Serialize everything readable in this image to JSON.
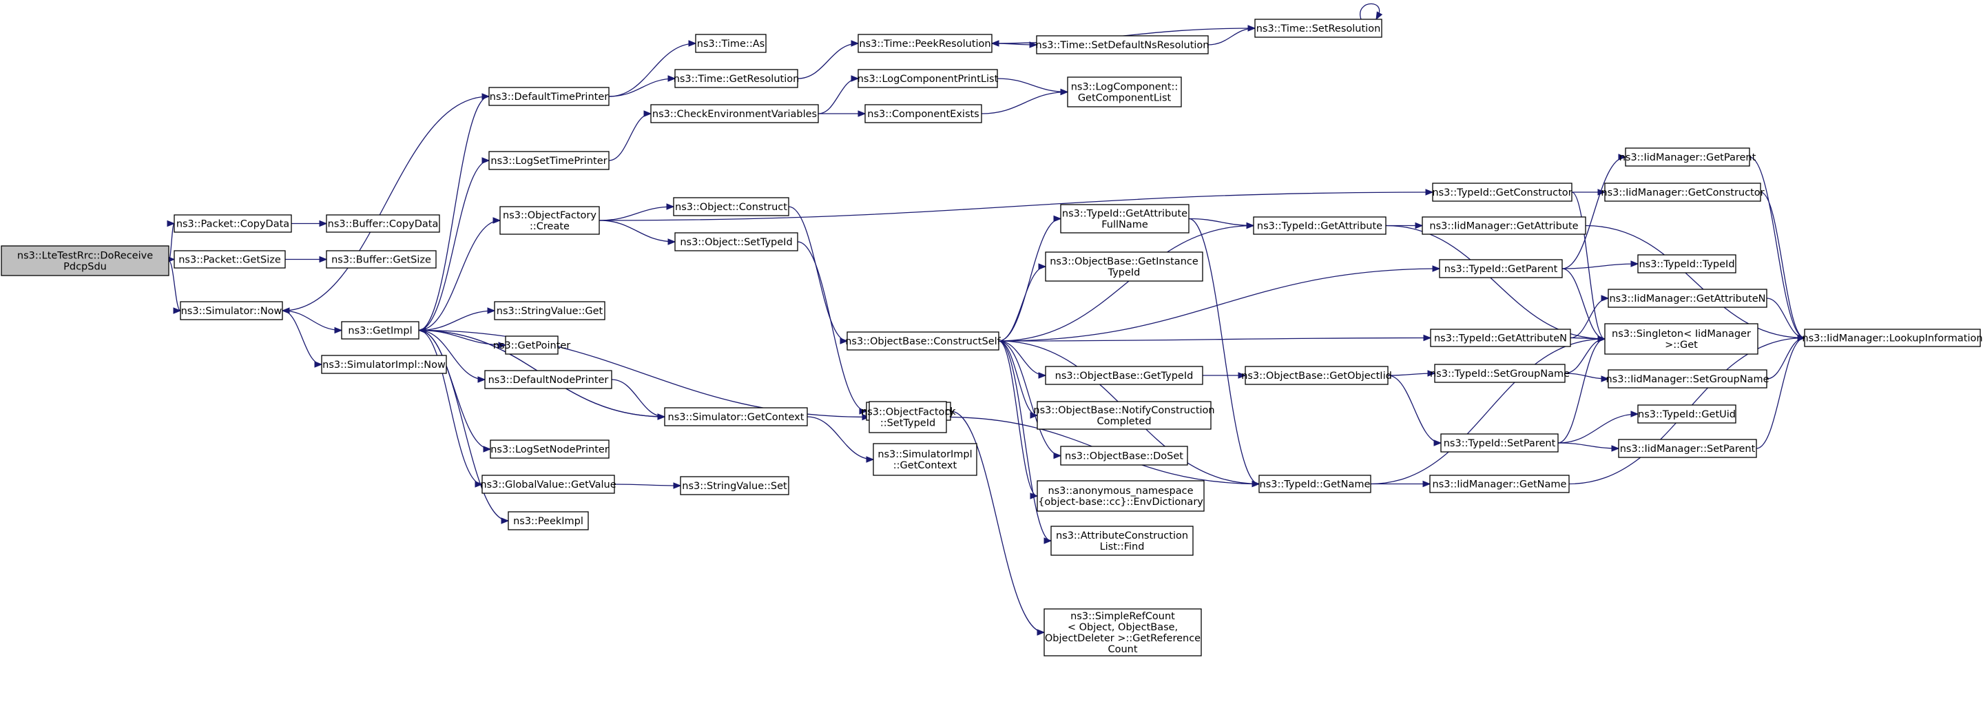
{
  "graph": {
    "root": "n1",
    "nodes": [
      {
        "id": "n1",
        "lines": [
          "ns3::LteTestRrc::DoReceive",
          "PdcpSdu"
        ],
        "root": true
      },
      {
        "id": "n2",
        "lines": [
          "ns3::Packet::CopyData"
        ]
      },
      {
        "id": "n3",
        "lines": [
          "ns3::Packet::GetSize"
        ]
      },
      {
        "id": "n4",
        "lines": [
          "ns3::Simulator::Now"
        ]
      },
      {
        "id": "n5",
        "lines": [
          "ns3::Buffer::CopyData"
        ]
      },
      {
        "id": "n6",
        "lines": [
          "ns3::Buffer::GetSize"
        ]
      },
      {
        "id": "n7",
        "lines": [
          "ns3::GetImpl"
        ]
      },
      {
        "id": "n8",
        "lines": [
          "ns3::SimulatorImpl::Now"
        ]
      },
      {
        "id": "n9",
        "lines": [
          "ns3::DefaultTimePrinter"
        ]
      },
      {
        "id": "n10",
        "lines": [
          "ns3::LogSetTimePrinter"
        ]
      },
      {
        "id": "n11",
        "lines": [
          "ns3::ObjectFactory",
          "::Create"
        ]
      },
      {
        "id": "n12",
        "lines": [
          "ns3::StringValue::Get"
        ]
      },
      {
        "id": "n13",
        "lines": [
          "ns3::GetPointer"
        ]
      },
      {
        "id": "n14",
        "lines": [
          "ns3::DefaultNodePrinter"
        ]
      },
      {
        "id": "n15",
        "lines": [
          "ns3::LogSetNodePrinter"
        ]
      },
      {
        "id": "n16",
        "lines": [
          "ns3::GlobalValue::GetValue"
        ]
      },
      {
        "id": "n17",
        "lines": [
          "ns3::PeekImpl"
        ]
      },
      {
        "id": "n18",
        "lines": [
          "ns3::Time::As"
        ]
      },
      {
        "id": "n19",
        "lines": [
          "ns3::Time::GetResolution"
        ]
      },
      {
        "id": "n20",
        "lines": [
          "ns3::CheckEnvironmentVariables"
        ]
      },
      {
        "id": "n21",
        "lines": [
          "ns3::Object::Construct"
        ]
      },
      {
        "id": "n22",
        "lines": [
          "ns3::Object::SetTypeId"
        ]
      },
      {
        "id": "n23",
        "lines": [
          "ns3::Simulator::GetContext"
        ]
      },
      {
        "id": "n24",
        "lines": [
          "ns3::StringValue::Set"
        ]
      },
      {
        "id": "n25",
        "lines": [
          "ns3::Time::PeekResolution"
        ]
      },
      {
        "id": "n26",
        "lines": [
          "ns3::LogComponentPrintList"
        ]
      },
      {
        "id": "n27",
        "lines": [
          "ns3::ComponentExists"
        ]
      },
      {
        "id": "n28",
        "lines": [
          "ns3::ObjectBase::ConstructSelf"
        ]
      },
      {
        "id": "n29",
        "lines": [
          "ns3::Object::Check"
        ]
      },
      {
        "id": "n30",
        "lines": [
          "ns3::ObjectFactory",
          "::SetTypeId"
        ]
      },
      {
        "id": "n31",
        "lines": [
          "ns3::SimulatorImpl",
          "::GetContext"
        ]
      },
      {
        "id": "n32",
        "lines": [
          "ns3::Time::SetDefaultNsResolution"
        ]
      },
      {
        "id": "n33",
        "lines": [
          "ns3::LogComponent::",
          "GetComponentList"
        ]
      },
      {
        "id": "n34",
        "lines": [
          "ns3::TypeId::GetAttribute",
          "FullName"
        ]
      },
      {
        "id": "n35",
        "lines": [
          "ns3::ObjectBase::GetInstance",
          "TypeId"
        ]
      },
      {
        "id": "n36",
        "lines": [
          "ns3::ObjectBase::GetTypeId"
        ]
      },
      {
        "id": "n37",
        "lines": [
          "ns3::ObjectBase::NotifyConstruction",
          "Completed"
        ]
      },
      {
        "id": "n38",
        "lines": [
          "ns3::ObjectBase::DoSet"
        ]
      },
      {
        "id": "n39",
        "lines": [
          "ns3::anonymous_namespace",
          "{object-base::cc}::EnvDictionary"
        ]
      },
      {
        "id": "n40",
        "lines": [
          "ns3::AttributeConstruction",
          "List::Find"
        ]
      },
      {
        "id": "n41",
        "lines": [
          "ns3::SimpleRefCount",
          "< Object, ObjectBase,",
          "ObjectDeleter >::GetReference",
          "Count"
        ]
      },
      {
        "id": "n42",
        "lines": [
          "ns3::Time::SetResolution"
        ]
      },
      {
        "id": "n43",
        "lines": [
          "ns3::TypeId::GetAttribute"
        ]
      },
      {
        "id": "n44",
        "lines": [
          "ns3::ObjectBase::GetObjectIid"
        ]
      },
      {
        "id": "n45",
        "lines": [
          "ns3::TypeId::GetName"
        ]
      },
      {
        "id": "n46",
        "lines": [
          "ns3::TypeId::GetConstructor"
        ]
      },
      {
        "id": "n47",
        "lines": [
          "ns3::TypeId::GetParent"
        ]
      },
      {
        "id": "n48",
        "lines": [
          "ns3::TypeId::GetAttributeN"
        ]
      },
      {
        "id": "n49",
        "lines": [
          "ns3::TypeId::SetGroupName"
        ]
      },
      {
        "id": "n50",
        "lines": [
          "ns3::TypeId::SetParent"
        ]
      },
      {
        "id": "n51",
        "lines": [
          "ns3::IidManager::GetName"
        ]
      },
      {
        "id": "n52",
        "lines": [
          "ns3::IidManager::GetConstructor"
        ]
      },
      {
        "id": "n53",
        "lines": [
          "ns3::IidManager::GetAttribute"
        ]
      },
      {
        "id": "n54",
        "lines": [
          "ns3::IidManager::GetParent"
        ]
      },
      {
        "id": "n55",
        "lines": [
          "ns3::TypeId::TypeId"
        ]
      },
      {
        "id": "n56",
        "lines": [
          "ns3::IidManager::GetAttributeN"
        ]
      },
      {
        "id": "n57",
        "lines": [
          "ns3::Singleton< IidManager",
          " >::Get"
        ]
      },
      {
        "id": "n58",
        "lines": [
          "ns3::IidManager::SetGroupName"
        ]
      },
      {
        "id": "n59",
        "lines": [
          "ns3::TypeId::GetUid"
        ]
      },
      {
        "id": "n60",
        "lines": [
          "ns3::IidManager::SetParent"
        ]
      },
      {
        "id": "n61",
        "lines": [
          "ns3::IidManager::LookupInformation"
        ]
      }
    ],
    "edges": [
      [
        "n1",
        "n2"
      ],
      [
        "n1",
        "n3"
      ],
      [
        "n1",
        "n4"
      ],
      [
        "n2",
        "n5"
      ],
      [
        "n3",
        "n6"
      ],
      [
        "n4",
        "n7"
      ],
      [
        "n4",
        "n8"
      ],
      [
        "n7",
        "n9"
      ],
      [
        "n7",
        "n10"
      ],
      [
        "n7",
        "n11"
      ],
      [
        "n7",
        "n12"
      ],
      [
        "n7",
        "n13"
      ],
      [
        "n7",
        "n14"
      ],
      [
        "n7",
        "n15"
      ],
      [
        "n7",
        "n16"
      ],
      [
        "n7",
        "n17"
      ],
      [
        "n7",
        "n30"
      ],
      [
        "n7",
        "n23"
      ],
      [
        "n9",
        "n4"
      ],
      [
        "n9",
        "n18"
      ],
      [
        "n9",
        "n19"
      ],
      [
        "n10",
        "n20"
      ],
      [
        "n19",
        "n25"
      ],
      [
        "n20",
        "n26"
      ],
      [
        "n20",
        "n27"
      ],
      [
        "n26",
        "n33"
      ],
      [
        "n27",
        "n33"
      ],
      [
        "n25",
        "n32"
      ],
      [
        "n32",
        "n42"
      ],
      [
        "n42",
        "n25"
      ],
      [
        "n42",
        "n42"
      ],
      [
        "n11",
        "n21"
      ],
      [
        "n11",
        "n22"
      ],
      [
        "n11",
        "n46"
      ],
      [
        "n21",
        "n28"
      ],
      [
        "n22",
        "n29"
      ],
      [
        "n14",
        "n23"
      ],
      [
        "n23",
        "n31"
      ],
      [
        "n23",
        "n7"
      ],
      [
        "n16",
        "n24"
      ],
      [
        "n28",
        "n34"
      ],
      [
        "n28",
        "n35"
      ],
      [
        "n28",
        "n36"
      ],
      [
        "n28",
        "n37"
      ],
      [
        "n28",
        "n38"
      ],
      [
        "n28",
        "n39"
      ],
      [
        "n28",
        "n40"
      ],
      [
        "n28",
        "n43"
      ],
      [
        "n28",
        "n47"
      ],
      [
        "n28",
        "n48"
      ],
      [
        "n28",
        "n45"
      ],
      [
        "n29",
        "n41"
      ],
      [
        "n30",
        "n45"
      ],
      [
        "n34",
        "n43"
      ],
      [
        "n34",
        "n45"
      ],
      [
        "n36",
        "n44"
      ],
      [
        "n44",
        "n49"
      ],
      [
        "n44",
        "n50"
      ],
      [
        "n43",
        "n53"
      ],
      [
        "n43",
        "n57"
      ],
      [
        "n46",
        "n52"
      ],
      [
        "n46",
        "n57"
      ],
      [
        "n47",
        "n54"
      ],
      [
        "n47",
        "n55"
      ],
      [
        "n47",
        "n57"
      ],
      [
        "n48",
        "n56"
      ],
      [
        "n48",
        "n57"
      ],
      [
        "n49",
        "n58"
      ],
      [
        "n49",
        "n57"
      ],
      [
        "n50",
        "n59"
      ],
      [
        "n50",
        "n60"
      ],
      [
        "n50",
        "n57"
      ],
      [
        "n45",
        "n51"
      ],
      [
        "n45",
        "n57"
      ],
      [
        "n51",
        "n61"
      ],
      [
        "n52",
        "n61"
      ],
      [
        "n53",
        "n61"
      ],
      [
        "n54",
        "n61"
      ],
      [
        "n56",
        "n61"
      ],
      [
        "n58",
        "n61"
      ],
      [
        "n60",
        "n61"
      ]
    ]
  }
}
